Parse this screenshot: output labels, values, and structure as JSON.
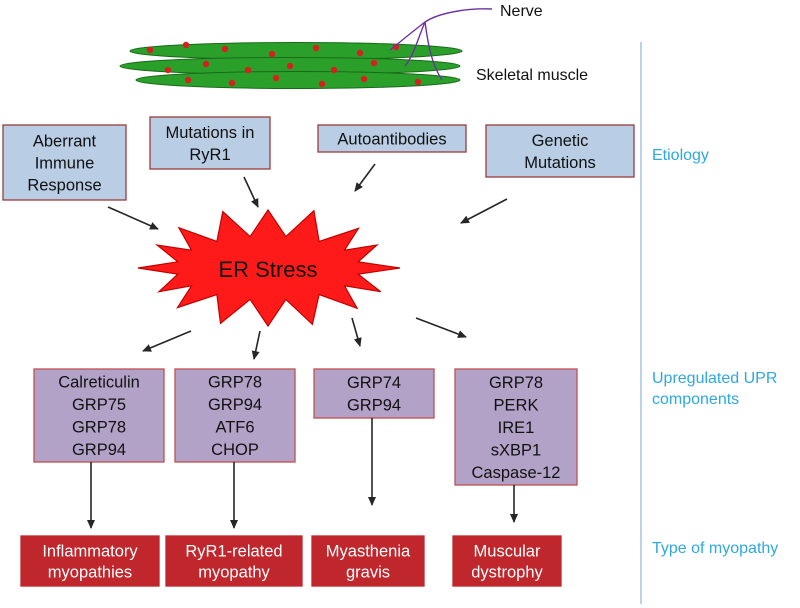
{
  "colors": {
    "blue_box_fill": "#b9cde5",
    "blue_box_stroke": "#9b3a3a",
    "purple_box_fill": "#b3a2c7",
    "purple_box_stroke": "#c0504d",
    "red_box_fill": "#c0272d",
    "red_box_text": "#ffffff",
    "star_fill": "#ff1a1a",
    "star_stroke": "#c00000",
    "muscle_fill": "#2aa02a",
    "muscle_dot": "#d62020",
    "nerve": "#7030a0",
    "side_label": "#2ea8e0",
    "divider": "#8fb4d8",
    "arrow": "#262626"
  },
  "top": {
    "nerve_label": "Nerve",
    "muscle_label": "Skeletal muscle"
  },
  "etiology": [
    {
      "lines": [
        "Aberrant",
        "Immune",
        "Response"
      ]
    },
    {
      "lines": [
        "Mutations in",
        "RyR1"
      ]
    },
    {
      "lines": [
        "Autoantibodies"
      ]
    },
    {
      "lines": [
        "Genetic",
        "Mutations"
      ]
    }
  ],
  "center": {
    "label": "ER Stress"
  },
  "upr": [
    {
      "lines": [
        "Calreticulin",
        "GRP75",
        "GRP78",
        "GRP94"
      ]
    },
    {
      "lines": [
        "GRP78",
        "GRP94",
        "ATF6",
        "CHOP"
      ]
    },
    {
      "lines": [
        "GRP74",
        "GRP94"
      ]
    },
    {
      "lines": [
        "GRP78",
        "PERK",
        "IRE1",
        "sXBP1",
        "Caspase-12"
      ]
    }
  ],
  "myopathy": [
    {
      "lines": [
        "Inflammatory",
        "myopathies"
      ]
    },
    {
      "lines": [
        "RyR1-related",
        "myopathy"
      ]
    },
    {
      "lines": [
        "Myasthenia",
        "gravis"
      ]
    },
    {
      "lines": [
        "Muscular",
        "dystrophy"
      ]
    }
  ],
  "side_labels": {
    "etiology": [
      "Etiology"
    ],
    "upr": [
      "Upregulated UPR",
      "components"
    ],
    "myopathy": [
      "Type of myopathy"
    ]
  }
}
